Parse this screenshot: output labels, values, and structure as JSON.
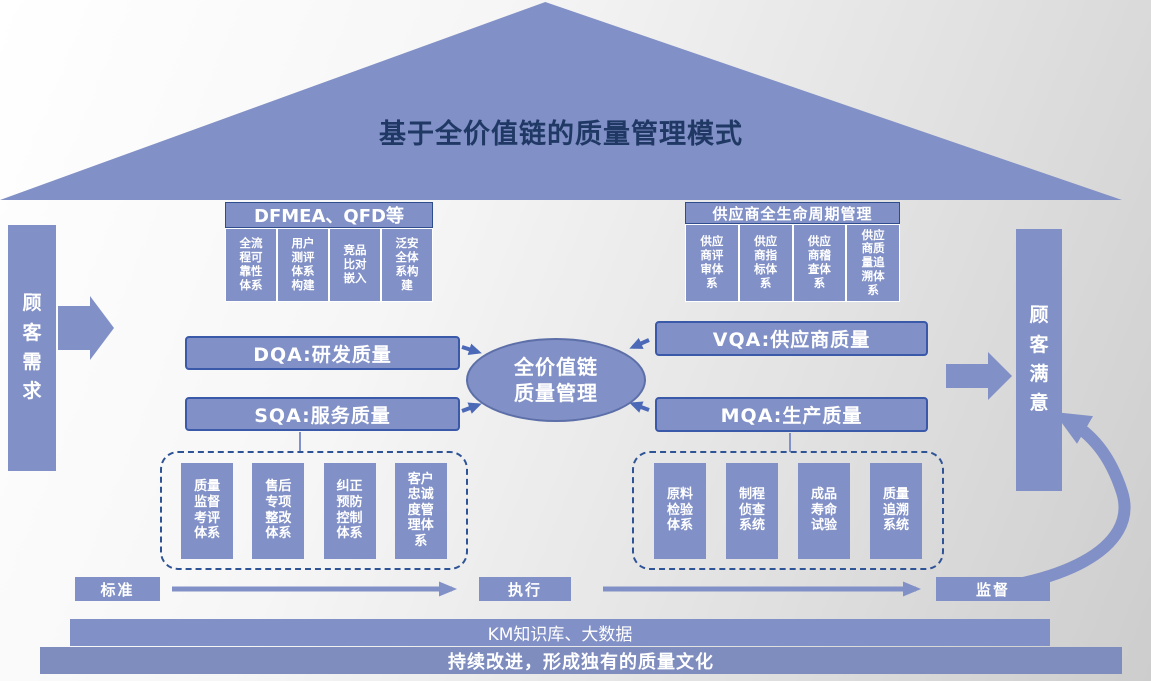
{
  "title": "基于全价值链的质量管理模式",
  "left_bar": {
    "label": "顾客需求"
  },
  "right_bar": {
    "label": "顾客满意"
  },
  "dfmea_group": {
    "header": "DFMEA、QFD等",
    "items": [
      "全流程可靠性体系",
      "用户测评体系构建",
      "竞品比对嵌入",
      "泛安全体系构建"
    ]
  },
  "supplier_group": {
    "header": "供应商全生命周期管理",
    "items": [
      "供应商评审体系",
      "供应商指标体系",
      "供应商稽查体系",
      "供应商质量追溯体系"
    ]
  },
  "quality_domains": {
    "dqa": "DQA:研发质量",
    "sqa": "SQA:服务质量",
    "vqa": "VQA:供应商质量",
    "mqa": "MQA:生产质量"
  },
  "center_ellipse": {
    "line1": "全价值链",
    "line2": "质量管理"
  },
  "service_systems": [
    "质量监督考评体系",
    "售后专项整改体系",
    "纠正预防控制体系",
    "客户忠诚度管理体系"
  ],
  "production_systems": [
    "原料检验体系",
    "制程侦查系统",
    "成品寿命试验",
    "质量追溯系统"
  ],
  "process_labels": {
    "standard": "标准",
    "execute": "执行",
    "supervise": "监督"
  },
  "footer": {
    "km_bar": "KM知识库、大数据",
    "culture_bar": "持续改进，形成独有的质量文化"
  },
  "colors": {
    "primary_blue": "#8190C6",
    "box_border": "#3A59A8",
    "dashed_border": "#2F5496",
    "title_navy": "#1F3864",
    "arrow_blue": "#4C69B8",
    "text_on_blue": "#FFFFFF"
  }
}
